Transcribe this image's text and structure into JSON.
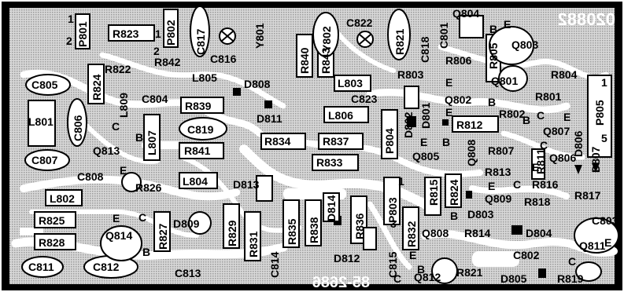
{
  "board": {
    "serial": "020882",
    "partno": "85-2686"
  },
  "parts": [
    {
      "id": "p801",
      "label": "P801"
    },
    {
      "id": "p801_pin1",
      "label": "1"
    },
    {
      "id": "p801_pin2",
      "label": "2"
    },
    {
      "id": "r823",
      "label": "R823"
    },
    {
      "id": "p802_pin1",
      "label": "1"
    },
    {
      "id": "p802_pin2",
      "label": "2"
    },
    {
      "id": "p802",
      "label": "P802"
    },
    {
      "id": "r822",
      "label": "R822"
    },
    {
      "id": "r842",
      "label": "R842"
    },
    {
      "id": "c817",
      "label": "C817"
    },
    {
      "id": "c816",
      "label": "C816"
    },
    {
      "id": "y801",
      "label": "Y801"
    },
    {
      "id": "r840",
      "label": "R840"
    },
    {
      "id": "r843",
      "label": "R843"
    },
    {
      "id": "y802",
      "label": "Y802"
    },
    {
      "id": "c822",
      "label": "C822"
    },
    {
      "id": "r821",
      "label": "R821"
    },
    {
      "id": "c818",
      "label": "C818"
    },
    {
      "id": "c801",
      "label": "C801"
    },
    {
      "id": "q804",
      "label": "Q804"
    },
    {
      "id": "q804_b",
      "label": "B"
    },
    {
      "id": "q804_e",
      "label": "E"
    },
    {
      "id": "r805",
      "label": "R805"
    },
    {
      "id": "q803",
      "label": "Q803"
    },
    {
      "id": "r806",
      "label": "R806"
    },
    {
      "id": "c805",
      "label": "C805"
    },
    {
      "id": "r824",
      "label": "R824"
    },
    {
      "id": "l805",
      "label": "L805"
    },
    {
      "id": "d808",
      "label": "D808"
    },
    {
      "id": "l803",
      "label": "L803"
    },
    {
      "id": "r803",
      "label": "R803"
    },
    {
      "id": "q801",
      "label": "Q801"
    },
    {
      "id": "r804",
      "label": "R804"
    },
    {
      "id": "l809",
      "label": "L809"
    },
    {
      "id": "c804",
      "label": "C804"
    },
    {
      "id": "r839",
      "label": "R839"
    },
    {
      "id": "d811",
      "label": "D811"
    },
    {
      "id": "c823",
      "label": "C823"
    },
    {
      "id": "q802",
      "label": "Q802"
    },
    {
      "id": "r801",
      "label": "R801"
    },
    {
      "id": "p805",
      "label": "P805"
    },
    {
      "id": "p805_pin1",
      "label": "1"
    },
    {
      "id": "p805_pin5",
      "label": "5"
    },
    {
      "id": "l801",
      "label": "L801"
    },
    {
      "id": "c806",
      "label": "C806"
    },
    {
      "id": "l806",
      "label": "L806"
    },
    {
      "id": "d802",
      "label": "D802"
    },
    {
      "id": "d801",
      "label": "D801"
    },
    {
      "id": "r812",
      "label": "R812"
    },
    {
      "id": "r802",
      "label": "R802"
    },
    {
      "id": "q807",
      "label": "Q807"
    },
    {
      "id": "c819",
      "label": "C819"
    },
    {
      "id": "l807",
      "label": "L807"
    },
    {
      "id": "q813",
      "label": "Q813"
    },
    {
      "id": "p804",
      "label": "P804"
    },
    {
      "id": "d806",
      "label": "D806"
    },
    {
      "id": "d807",
      "label": "D807"
    },
    {
      "id": "r834",
      "label": "R834"
    },
    {
      "id": "r837",
      "label": "R837"
    },
    {
      "id": "r841",
      "label": "R841"
    },
    {
      "id": "c807",
      "label": "C807"
    },
    {
      "id": "q805",
      "label": "Q805"
    },
    {
      "id": "q808_top",
      "label": "Q808"
    },
    {
      "id": "r807",
      "label": "R807"
    },
    {
      "id": "q806",
      "label": "Q806"
    },
    {
      "id": "r833",
      "label": "R833"
    },
    {
      "id": "c808",
      "label": "C808"
    },
    {
      "id": "r813",
      "label": "R813"
    },
    {
      "id": "r811",
      "label": "R811"
    },
    {
      "id": "l804",
      "label": "L804"
    },
    {
      "id": "d813",
      "label": "D813"
    },
    {
      "id": "r826",
      "label": "R826"
    },
    {
      "id": "r816",
      "label": "R816"
    },
    {
      "id": "r817",
      "label": "R817"
    },
    {
      "id": "l802",
      "label": "L802"
    },
    {
      "id": "r815",
      "label": "R815"
    },
    {
      "id": "r824b",
      "label": "R824"
    },
    {
      "id": "q809",
      "label": "Q809"
    },
    {
      "id": "r818",
      "label": "R818"
    },
    {
      "id": "c803",
      "label": "C803"
    },
    {
      "id": "r825",
      "label": "R825"
    },
    {
      "id": "r827",
      "label": "R827"
    },
    {
      "id": "d809",
      "label": "D809"
    },
    {
      "id": "r829",
      "label": "R829"
    },
    {
      "id": "r835",
      "label": "R835"
    },
    {
      "id": "r838",
      "label": "R838"
    },
    {
      "id": "d814",
      "label": "D814"
    },
    {
      "id": "r836",
      "label": "R836"
    },
    {
      "id": "p803",
      "label": "P803"
    },
    {
      "id": "r832",
      "label": "R832"
    },
    {
      "id": "d803",
      "label": "D803"
    },
    {
      "id": "d804",
      "label": "D804"
    },
    {
      "id": "q814",
      "label": "Q814"
    },
    {
      "id": "r828",
      "label": "R828"
    },
    {
      "id": "r831",
      "label": "R831"
    },
    {
      "id": "q808",
      "label": "Q808"
    },
    {
      "id": "r814",
      "label": "R814"
    },
    {
      "id": "q811",
      "label": "Q811"
    },
    {
      "id": "c814",
      "label": "C814"
    },
    {
      "id": "d812",
      "label": "D812"
    },
    {
      "id": "c815",
      "label": "C815"
    },
    {
      "id": "c802",
      "label": "C802"
    },
    {
      "id": "c811",
      "label": "C811"
    },
    {
      "id": "c812",
      "label": "C812"
    },
    {
      "id": "c813",
      "label": "C813"
    },
    {
      "id": "q812",
      "label": "Q812"
    },
    {
      "id": "r821b",
      "label": "R821"
    },
    {
      "id": "d805",
      "label": "D805"
    },
    {
      "id": "r819",
      "label": "R819"
    }
  ],
  "pins": [
    {
      "id": "pin_c_q813",
      "label": "C"
    },
    {
      "id": "pin_b_q813",
      "label": "B"
    },
    {
      "id": "pin_e_q813",
      "label": "E"
    },
    {
      "id": "pin_e_q814",
      "label": "E"
    },
    {
      "id": "pin_c_q814",
      "label": "C"
    },
    {
      "id": "pin_b_q814",
      "label": "B"
    },
    {
      "id": "pin_e_q801",
      "label": "E"
    },
    {
      "id": "pin_b_q802",
      "label": "B"
    },
    {
      "id": "pin_e_q802",
      "label": "E"
    },
    {
      "id": "pin_e_q805",
      "label": "E"
    },
    {
      "id": "pin_b_q805",
      "label": "B"
    },
    {
      "id": "pin_b_q807",
      "label": "B"
    },
    {
      "id": "pin_c_q807",
      "label": "C"
    },
    {
      "id": "pin_e_q807",
      "label": "E"
    },
    {
      "id": "pin_c_q806",
      "label": "C"
    },
    {
      "id": "pin_e_q806",
      "label": "E"
    },
    {
      "id": "pin_c_q809",
      "label": "C"
    },
    {
      "id": "pin_e_q809",
      "label": "E"
    },
    {
      "id": "pin_b_q808",
      "label": "B"
    },
    {
      "id": "pin_e_q811",
      "label": "E"
    },
    {
      "id": "pin_c_q811",
      "label": "C"
    },
    {
      "id": "pin_e_q812",
      "label": "E"
    },
    {
      "id": "pin_b_q812",
      "label": "B"
    },
    {
      "id": "pin_c_q812",
      "label": "C"
    },
    {
      "id": "pin_3_p803",
      "label": "3"
    },
    {
      "id": "pin_1_p803",
      "label": "1"
    }
  ]
}
